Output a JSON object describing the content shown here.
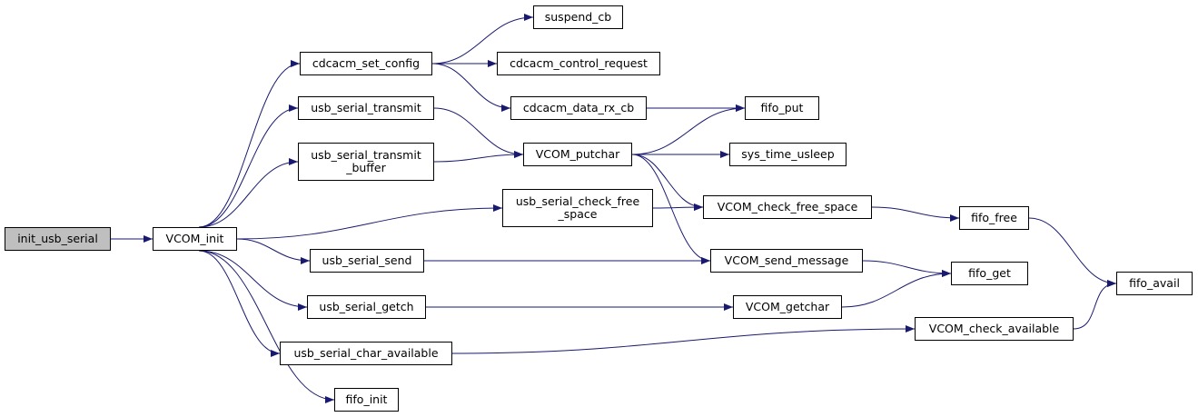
{
  "graph": {
    "colors": {
      "edge": "#191970",
      "root_fill": "#bfbfbf",
      "node_fill": "#ffffff",
      "border": "#000000"
    },
    "nodes": [
      {
        "id": "init_usb_serial",
        "label": "init_usb_serial",
        "root": true
      },
      {
        "id": "VCOM_init",
        "label": "VCOM_init"
      },
      {
        "id": "cdcacm_set_config",
        "label": "cdcacm_set_config"
      },
      {
        "id": "usb_serial_transmit",
        "label": "usb_serial_transmit"
      },
      {
        "id": "usb_serial_transmit_buffer",
        "label": "usb_serial_transmit\n_buffer"
      },
      {
        "id": "usb_serial_check_free_space",
        "label": "usb_serial_check_free\n_space"
      },
      {
        "id": "usb_serial_send",
        "label": "usb_serial_send"
      },
      {
        "id": "usb_serial_getch",
        "label": "usb_serial_getch"
      },
      {
        "id": "usb_serial_char_available",
        "label": "usb_serial_char_available"
      },
      {
        "id": "fifo_init",
        "label": "fifo_init"
      },
      {
        "id": "suspend_cb",
        "label": "suspend_cb"
      },
      {
        "id": "cdcacm_control_request",
        "label": "cdcacm_control_request"
      },
      {
        "id": "cdcacm_data_rx_cb",
        "label": "cdcacm_data_rx_cb"
      },
      {
        "id": "VCOM_putchar",
        "label": "VCOM_putchar"
      },
      {
        "id": "fifo_put",
        "label": "fifo_put"
      },
      {
        "id": "sys_time_usleep",
        "label": "sys_time_usleep"
      },
      {
        "id": "VCOM_check_free_space",
        "label": "VCOM_check_free_space"
      },
      {
        "id": "fifo_free",
        "label": "fifo_free"
      },
      {
        "id": "VCOM_send_message",
        "label": "VCOM_send_message"
      },
      {
        "id": "fifo_get",
        "label": "fifo_get"
      },
      {
        "id": "VCOM_getchar",
        "label": "VCOM_getchar"
      },
      {
        "id": "VCOM_check_available",
        "label": "VCOM_check_available"
      },
      {
        "id": "fifo_avail",
        "label": "fifo_avail"
      }
    ],
    "edges": [
      {
        "from": "init_usb_serial",
        "to": "VCOM_init"
      },
      {
        "from": "VCOM_init",
        "to": "cdcacm_set_config"
      },
      {
        "from": "VCOM_init",
        "to": "usb_serial_transmit"
      },
      {
        "from": "VCOM_init",
        "to": "usb_serial_transmit_buffer"
      },
      {
        "from": "VCOM_init",
        "to": "usb_serial_check_free_space"
      },
      {
        "from": "VCOM_init",
        "to": "usb_serial_send"
      },
      {
        "from": "VCOM_init",
        "to": "usb_serial_getch"
      },
      {
        "from": "VCOM_init",
        "to": "usb_serial_char_available"
      },
      {
        "from": "VCOM_init",
        "to": "fifo_init"
      },
      {
        "from": "cdcacm_set_config",
        "to": "suspend_cb"
      },
      {
        "from": "cdcacm_set_config",
        "to": "cdcacm_control_request"
      },
      {
        "from": "cdcacm_set_config",
        "to": "cdcacm_data_rx_cb"
      },
      {
        "from": "cdcacm_data_rx_cb",
        "to": "fifo_put"
      },
      {
        "from": "usb_serial_transmit",
        "to": "VCOM_putchar"
      },
      {
        "from": "usb_serial_transmit_buffer",
        "to": "VCOM_putchar"
      },
      {
        "from": "VCOM_putchar",
        "to": "fifo_put"
      },
      {
        "from": "VCOM_putchar",
        "to": "sys_time_usleep"
      },
      {
        "from": "VCOM_putchar",
        "to": "VCOM_check_free_space"
      },
      {
        "from": "VCOM_putchar",
        "to": "VCOM_send_message"
      },
      {
        "from": "usb_serial_check_free_space",
        "to": "VCOM_check_free_space"
      },
      {
        "from": "VCOM_check_free_space",
        "to": "fifo_free"
      },
      {
        "from": "fifo_free",
        "to": "fifo_avail"
      },
      {
        "from": "usb_serial_send",
        "to": "VCOM_send_message"
      },
      {
        "from": "VCOM_send_message",
        "to": "fifo_get"
      },
      {
        "from": "usb_serial_getch",
        "to": "VCOM_getchar"
      },
      {
        "from": "VCOM_getchar",
        "to": "fifo_get"
      },
      {
        "from": "usb_serial_char_available",
        "to": "VCOM_check_available"
      },
      {
        "from": "VCOM_check_available",
        "to": "fifo_avail"
      }
    ]
  }
}
